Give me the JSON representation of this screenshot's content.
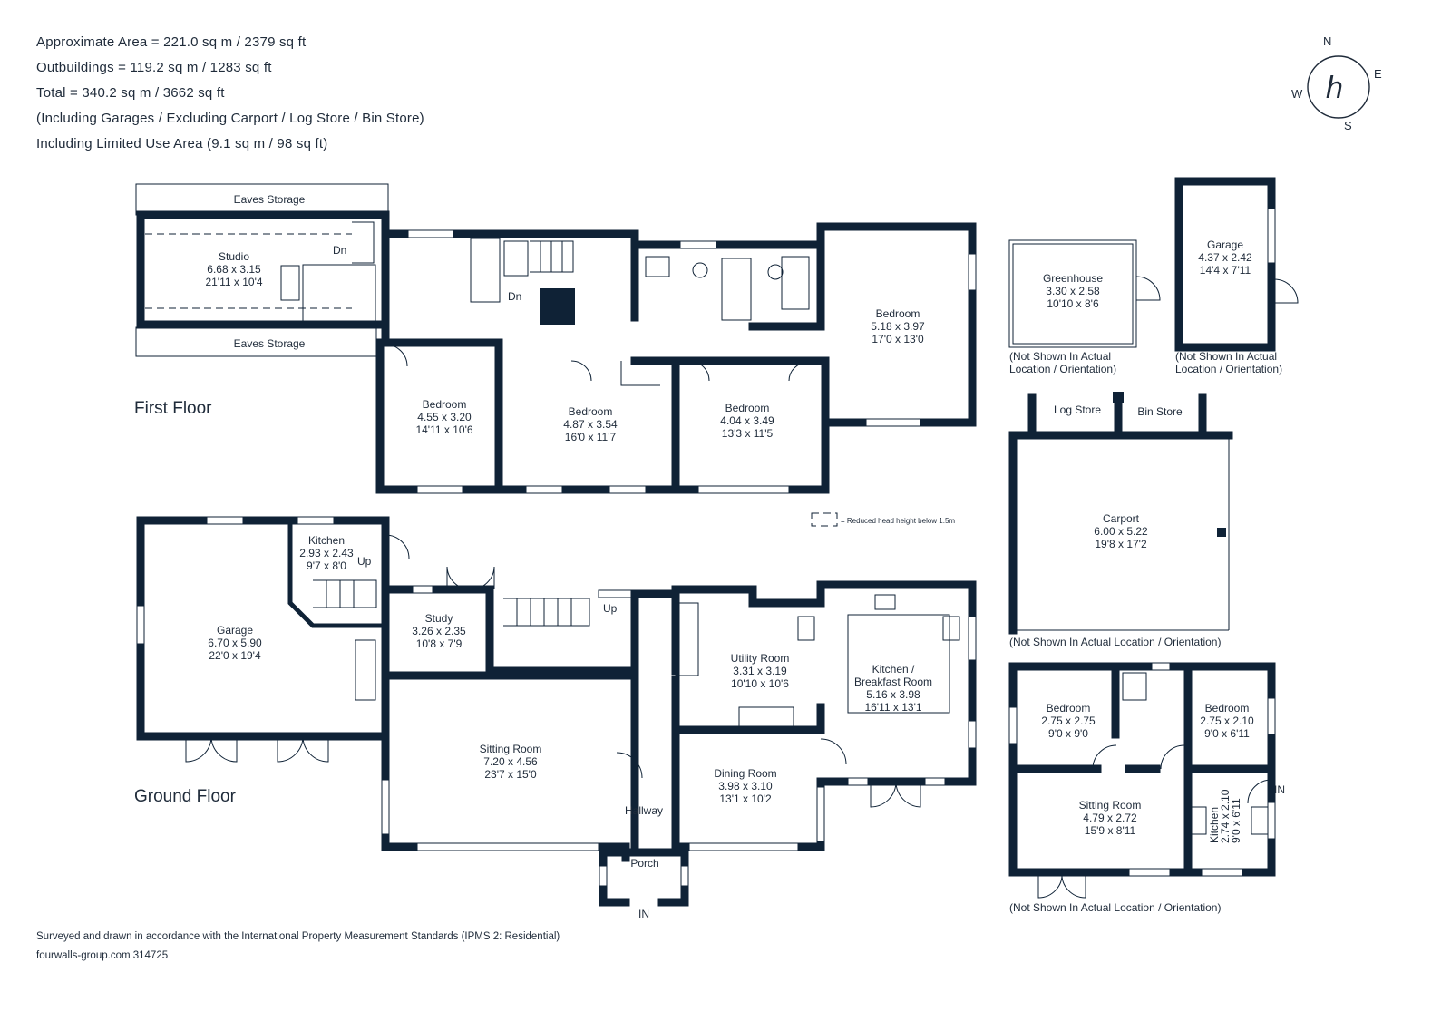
{
  "header": {
    "line1": "Approximate Area = 221.0 sq m / 2379 sq ft",
    "line2": "Outbuildings = 119.2 sq m / 1283 sq ft",
    "line3": "Total = 340.2 sq m / 3662 sq ft",
    "line4": "(Including Garages / Excluding Carport / Log Store / Bin Store)",
    "line5": "Including Limited Use Area (9.1 sq m / 98 sq ft)"
  },
  "compass": {
    "n": "N",
    "e": "E",
    "s": "S",
    "w": "W",
    "logo_letter": "h",
    "accent_color": "#e05555",
    "wall_color": "#0f2236"
  },
  "floors": {
    "first": "First Floor",
    "ground": "Ground Floor"
  },
  "legend": {
    "reduced_head": "= Reduced head height below 1.5m"
  },
  "first_floor": {
    "eaves_top": "Eaves Storage",
    "eaves_bottom": "Eaves Storage",
    "studio": {
      "name": "Studio",
      "m": "6.68 x 3.15",
      "ft": "21'11 x 10'4",
      "dn": "Dn"
    },
    "stair_dn": "Dn",
    "bedroom1": {
      "name": "Bedroom",
      "m": "4.55 x 3.20",
      "ft": "14'11 x 10'6"
    },
    "bedroom2": {
      "name": "Bedroom",
      "m": "4.87 x 3.54",
      "ft": "16'0 x 11'7"
    },
    "bedroom3": {
      "name": "Bedroom",
      "m": "4.04 x 3.49",
      "ft": "13'3 x 11'5"
    },
    "bedroom4": {
      "name": "Bedroom",
      "m": "5.18 x 3.97",
      "ft": "17'0 x 13'0"
    }
  },
  "ground_floor": {
    "garage": {
      "name": "Garage",
      "m": "6.70 x 5.90",
      "ft": "22'0 x 19'4"
    },
    "kitchen_small": {
      "name": "Kitchen",
      "m": "2.93 x 2.43",
      "ft": "9'7 x 8'0",
      "up": "Up"
    },
    "study": {
      "name": "Study",
      "m": "3.26 x 2.35",
      "ft": "10'8 x 7'9"
    },
    "stair_up": "Up",
    "utility": {
      "name": "Utility Room",
      "m": "3.31 x 3.19",
      "ft": "10'10 x 10'6"
    },
    "kitchen": {
      "name1": "Kitchen /",
      "name2": "Breakfast Room",
      "m": "5.16 x 3.98",
      "ft": "16'11 x 13'1"
    },
    "sitting": {
      "name": "Sitting Room",
      "m": "7.20 x 4.56",
      "ft": "23'7 x 15'0"
    },
    "dining": {
      "name": "Dining Room",
      "m": "3.98 x 3.10",
      "ft": "13'1 x 10'2"
    },
    "hallway": "Hallway",
    "porch": "Porch",
    "in": "IN"
  },
  "outbuildings": {
    "greenhouse": {
      "name": "Greenhouse",
      "m": "3.30 x 2.58",
      "ft": "10'10 x 8'6",
      "note1": "(Not Shown In Actual",
      "note2": "Location / Orientation)"
    },
    "garage": {
      "name": "Garage",
      "m": "4.37 x 2.42",
      "ft": "14'4 x 7'11",
      "note1": "(Not Shown In Actual",
      "note2": "Location / Orientation)"
    },
    "log_store": "Log Store",
    "bin_store": "Bin Store",
    "carport": {
      "name": "Carport",
      "m": "6.00 x 5.22",
      "ft": "19'8 x 17'2",
      "note": "(Not Shown In Actual Location / Orientation)"
    },
    "annex": {
      "bedroom_a": {
        "name": "Bedroom",
        "m": "2.75 x 2.75",
        "ft": "9'0 x 9'0"
      },
      "bedroom_b": {
        "name": "Bedroom",
        "m": "2.75 x 2.10",
        "ft": "9'0 x 6'11"
      },
      "sitting": {
        "name": "Sitting Room",
        "m": "4.79 x 2.72",
        "ft": "15'9 x 8'11"
      },
      "kitchen": {
        "name": "Kitchen",
        "m": "2.74 x 2.10",
        "ft": "9'0 x 6'11"
      },
      "in": "IN",
      "note": "(Not Shown In Actual Location / Orientation)"
    }
  },
  "footer": {
    "line1": "Surveyed and drawn in accordance with the International Property Measurement Standards (IPMS 2: Residential)",
    "line2": "fourwalls-group.com 314725"
  }
}
